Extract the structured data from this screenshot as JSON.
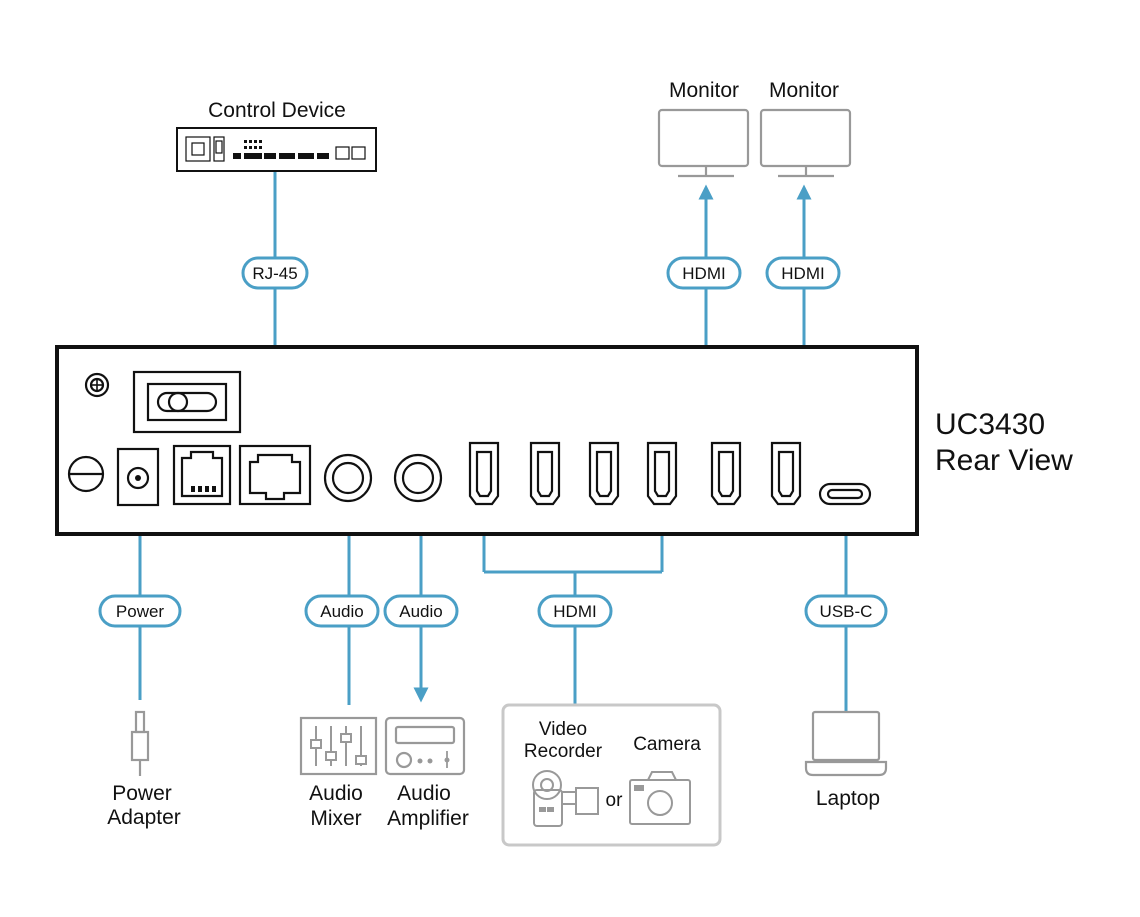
{
  "device": {
    "model": "UC3430",
    "view": "Rear View"
  },
  "labels": {
    "control_device": "Control Device",
    "monitor_1": "Monitor",
    "monitor_2": "Monitor",
    "power_adapter_line1": "Power",
    "power_adapter_line2": "Adapter",
    "audio_mixer_line1": "Audio",
    "audio_mixer_line2": "Mixer",
    "audio_amplifier_line1": "Audio",
    "audio_amplifier_line2": "Amplifier",
    "video_recorder_line1": "Video",
    "video_recorder_line2": "Recorder",
    "camera": "Camera",
    "or": "or",
    "laptop": "Laptop"
  },
  "cables": {
    "rj45": "RJ-45",
    "hdmi_monitor_1": "HDMI",
    "hdmi_monitor_2": "HDMI",
    "power": "Power",
    "audio_in": "Audio",
    "audio_out": "Audio",
    "hdmi_input": "HDMI",
    "usbc": "USB-C"
  },
  "colors": {
    "cable": "#4a9fc6",
    "device_outline": "#111111",
    "peripheral_outline": "#999999"
  }
}
